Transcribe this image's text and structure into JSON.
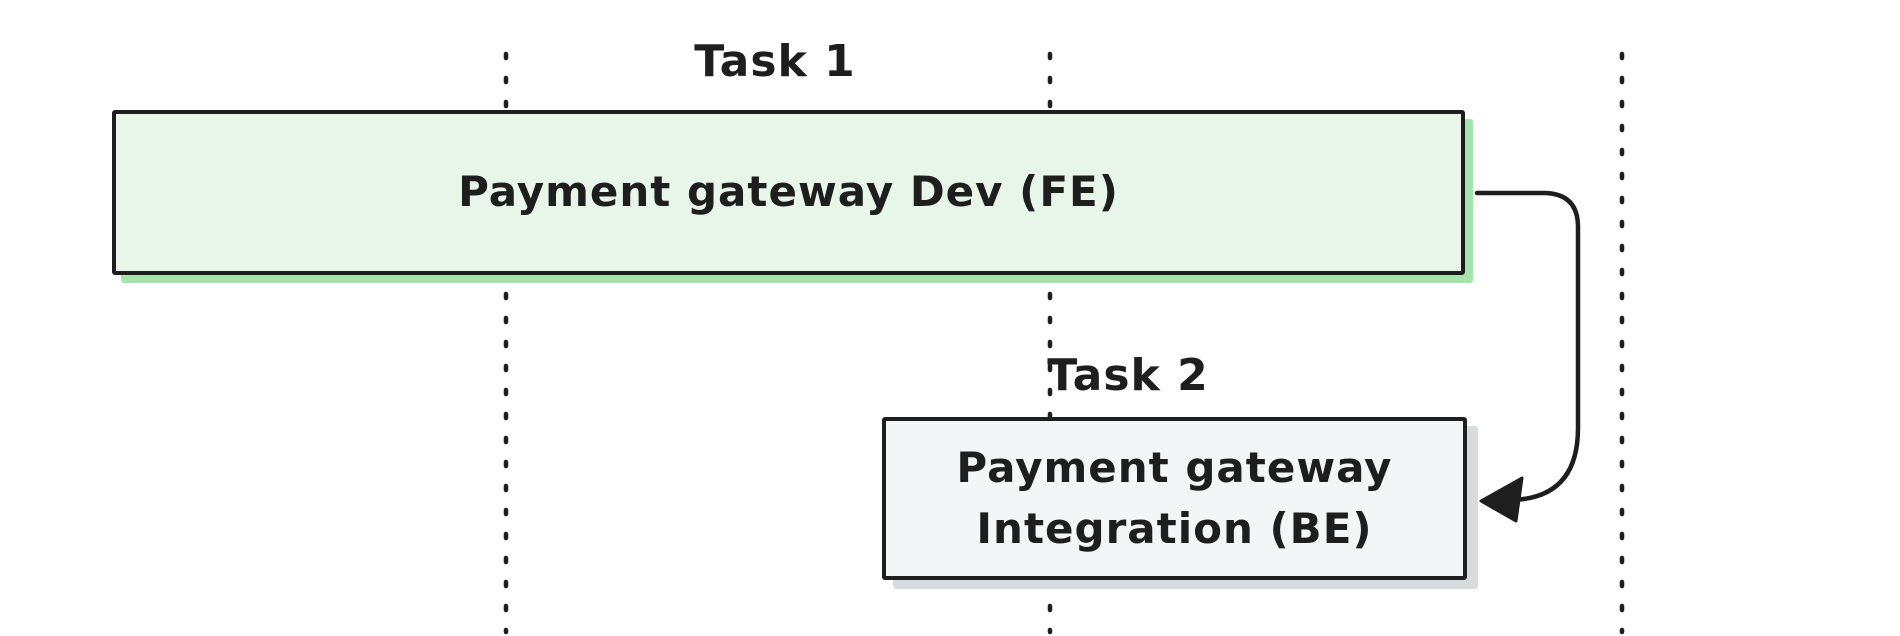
{
  "diagram": {
    "background": "#ffffff",
    "stroke_color": "#1e1e1e",
    "gridline_color": "#1e1e1e",
    "gridline_count": 3,
    "tasks": [
      {
        "label": "Task 1",
        "box_text": "Payment gateway Dev (FE)",
        "fill": "#e8f6ea",
        "shadow": "#a6e4ac"
      },
      {
        "label": "Task 2",
        "box_text": "Payment gateway Integration (BE)",
        "fill": "#f4f5f6",
        "shadow": "#d7dbdc"
      }
    ],
    "connector": {
      "type": "elbow-arrow",
      "from": "Payment gateway Dev (FE)",
      "to": "Payment gateway Integration (BE)"
    }
  }
}
